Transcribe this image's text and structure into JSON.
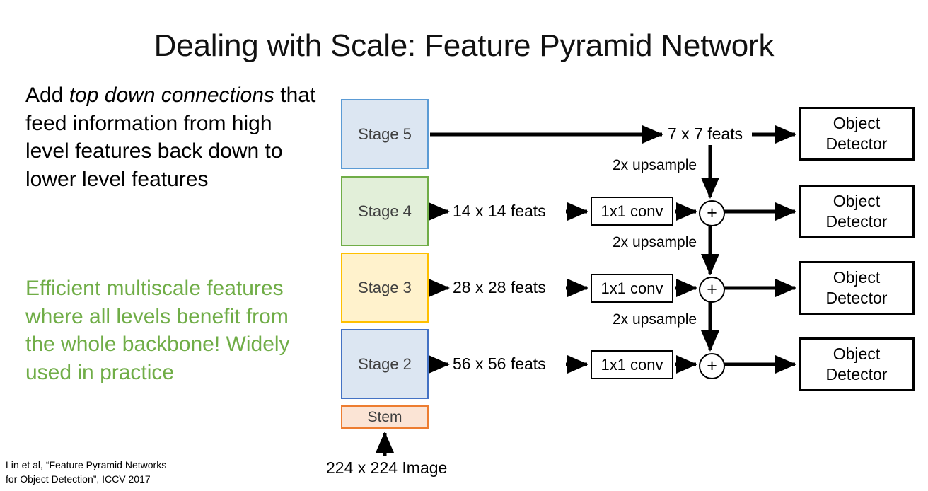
{
  "slide": {
    "title": "Dealing with Scale: Feature Pyramid Network",
    "background_color": "#ffffff"
  },
  "text_column": {
    "paragraph_1": {
      "lead": "Add ",
      "emphasis": "top down connections",
      "rest": " that feed information from high level features back down to lower level features",
      "color": "#000000"
    },
    "paragraph_2": {
      "text": "Efficient multiscale features where all levels benefit from the whole backbone! Widely used in practice",
      "color": "#70ad47"
    },
    "citation": {
      "line_1": "Lin et al, “Feature Pyramid Networks",
      "line_2": "for Object Detection”, ICCV 2017"
    }
  },
  "diagram": {
    "backbone_stages": [
      {
        "label": "Stage 5",
        "fill": "#dce6f2",
        "border": "#5b9bd5"
      },
      {
        "label": "Stage 4",
        "fill": "#e2efd9",
        "border": "#70ad47"
      },
      {
        "label": "Stage 3",
        "fill": "#fff2cc",
        "border": "#ffc000"
      },
      {
        "label": "Stage 2",
        "fill": "#dce6f2",
        "border": "#4472c4"
      },
      {
        "label": "Stem",
        "fill": "#fbe4d5",
        "border": "#ed7d31"
      }
    ],
    "input_label": "224 x 224 Image",
    "feature_labels": [
      "7 x 7 feats",
      "14 x 14 feats",
      "28 x 28 feats",
      "56 x 56 feats"
    ],
    "upsample_labels": [
      "2x upsample",
      "2x upsample",
      "2x upsample"
    ],
    "conv_labels": [
      "1x1 conv",
      "1x1 conv",
      "1x1 conv"
    ],
    "sum_symbol": "+",
    "detectors": [
      {
        "line_1": "Object",
        "line_2": "Detector"
      },
      {
        "line_1": "Object",
        "line_2": "Detector"
      },
      {
        "line_1": "Object",
        "line_2": "Detector"
      },
      {
        "line_1": "Object",
        "line_2": "Detector"
      }
    ]
  }
}
